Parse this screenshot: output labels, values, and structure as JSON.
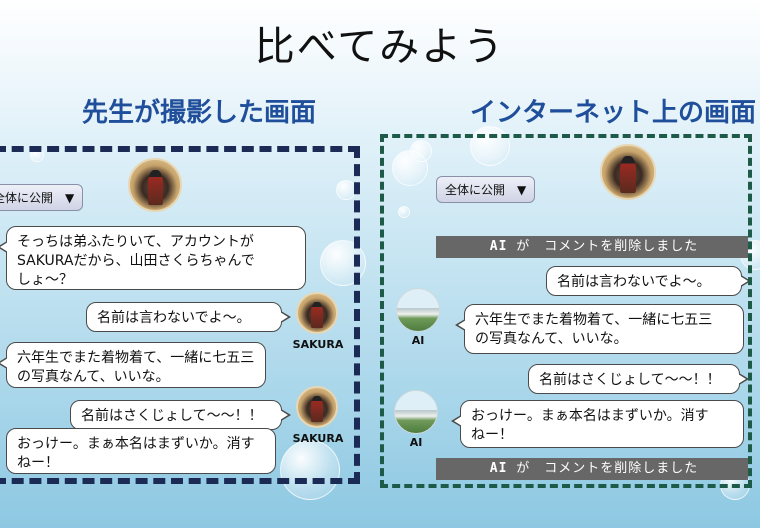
{
  "title": "比べてみよう",
  "left_panel": {
    "heading": "先生が撮影した画面",
    "visibility": "全体に公開",
    "messages": [
      "そっちは弟ふたりいて、アカウントが\nSAKURAだから、山田さくらちゃんで\nしょ～？",
      "名前は言わないでよ～。",
      "六年生でまた着物着て、一緒に七五三\nの写真なんて、いいな。",
      "名前はさくじょして～～！！",
      "おっけー。まぁ本名はまずいか。消す\nねー！"
    ],
    "sakura_label_1": "SAKURA",
    "sakura_label_2": "SAKURA"
  },
  "right_panel": {
    "heading": "インターネット上の画面",
    "visibility": "全体に公開",
    "deleted_notice_1": {
      "actor": "AI",
      "text": "が　コメントを削除しました"
    },
    "deleted_notice_2": {
      "actor": "AI",
      "text": "が　コメントを削除しました"
    },
    "messages": [
      "名前は言わないでよ～。",
      "六年生でまた着物着て、一緒に七五三\nの写真なんて、いいな。",
      "名前はさくじょして～～！！",
      "おっけー。まぁ本名はまずいか。消す\nねー！"
    ],
    "ai_label_1": "AI",
    "ai_label_2": "AI"
  },
  "icons": {
    "dropdown": "▼"
  }
}
